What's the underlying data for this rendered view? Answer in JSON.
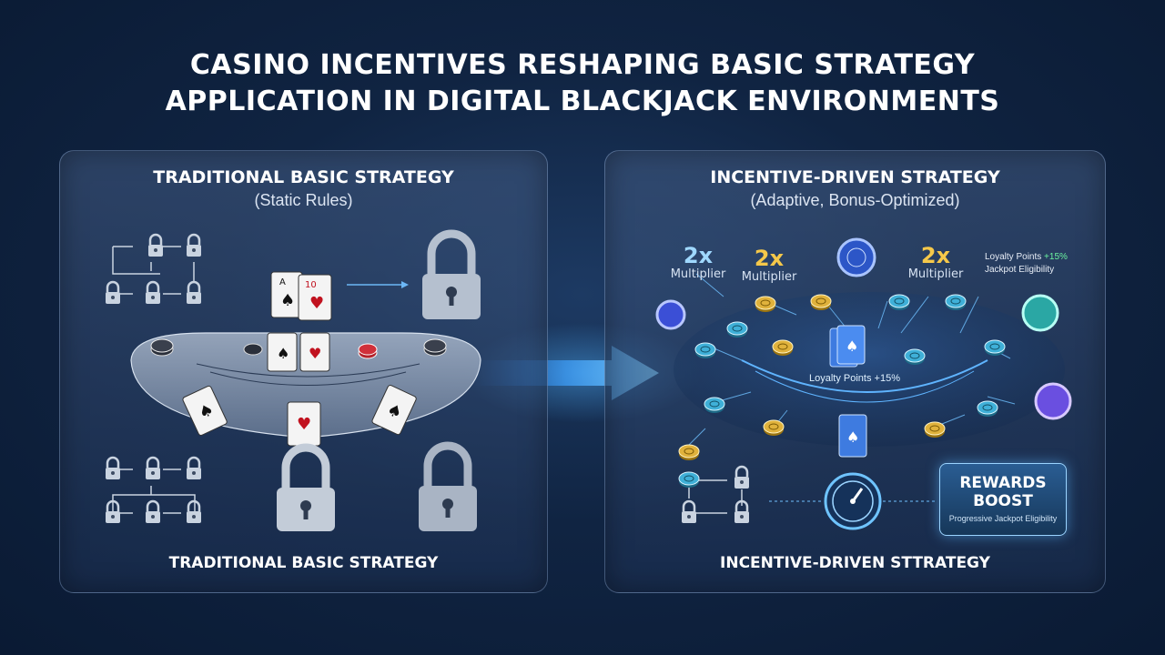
{
  "title": {
    "line1": "CASINO INCENTIVES RESHAPING BASIC STRATEGY",
    "line2": "APPLICATION IN DIGITAL BLACKJACK ENVIRONMENTS"
  },
  "left_panel": {
    "title": "TRADITIONAL BASIC STRATEGY",
    "subtitle": "(Static Rules)",
    "footer": "TRADITIONAL BASIC STRATEGY"
  },
  "right_panel": {
    "title": "INCENTIVE-DRIVEN STRATEGY",
    "subtitle": "(Adaptive, Bonus-Optimized)",
    "footer": "INCENTIVE-DRIVEN STTRATEGY",
    "multipliers": [
      {
        "value": "2x",
        "label": "Multiplier"
      },
      {
        "value": "2x",
        "label": "Multiplier"
      },
      {
        "value": "2x",
        "label": "Multiplier"
      }
    ],
    "loyalty_line1": "Loyalty Points",
    "loyalty_pct": "+15%",
    "loyalty_line2": "Jackpot Eligibility",
    "table_label": "Loyalty Points +15%",
    "rewards_title_1": "REWARDS",
    "rewards_title_2": "BOOST",
    "rewards_sub": "Progressive Jackpot Eligibility"
  },
  "colors": {
    "accent_blue": "#4fb3ff",
    "gold_chip": "#e0b23c",
    "teal_chip": "#3fb0d8",
    "purple_chip": "#7a5cf0"
  },
  "icons": [
    "lock-icon",
    "unlock-icon",
    "playing-card-icon",
    "casino-chip-icon",
    "speedometer-icon",
    "arrow-right-icon"
  ]
}
